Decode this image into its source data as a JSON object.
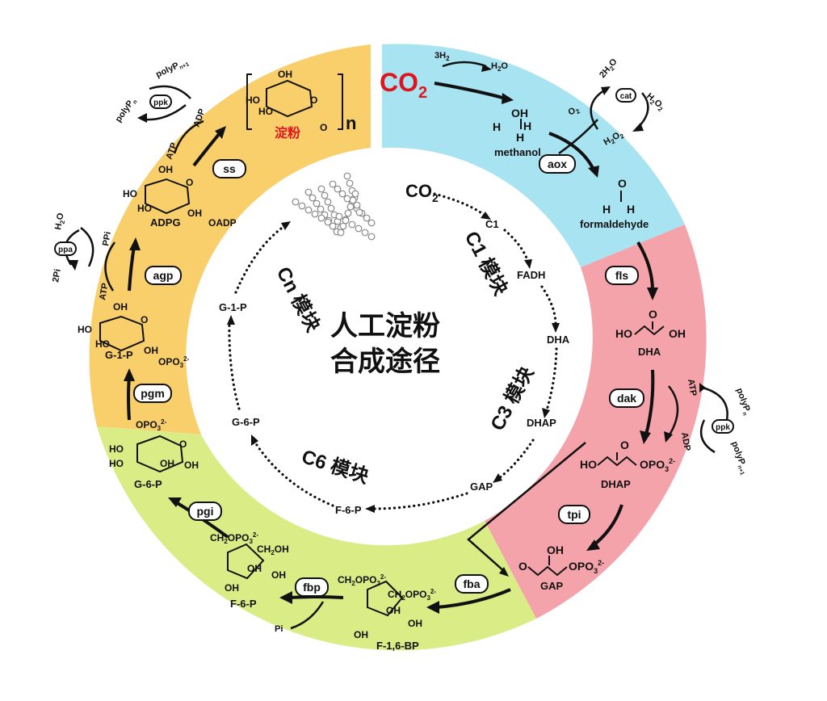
{
  "center_title": [
    "人工淀粉",
    "合成途径"
  ],
  "co2_red": "CO",
  "co2_red_sub": "2",
  "inner": {
    "co2": "CO",
    "co2_sub": "2",
    "c1": "C1",
    "fadh": "FADH",
    "dha": "DHA",
    "dhap": "DHAP",
    "gap": "GAP",
    "f6p": "F-6-P",
    "g6p": "G-6-P",
    "g1p": "G-1-P",
    "module_c1": "C1 模块",
    "module_c3": "C3 模块",
    "module_c6": "C6 模块",
    "module_cn": "Cn 模块"
  },
  "enzymes": [
    "aox",
    "fls",
    "dak",
    "tpi",
    "fba",
    "fbp",
    "pgi",
    "pgm",
    "agp",
    "ss"
  ],
  "cofactor_enzymes": [
    "cat",
    "ppk",
    "ppa",
    "ppk"
  ],
  "compounds": {
    "methanol": "methanol",
    "formaldehyde": "formaldehyde",
    "dha": "DHA",
    "dhap": "DHAP",
    "gap": "GAP",
    "f16bp": "F-1,6-BP",
    "f6p": "F-6-P",
    "g6p": "G-6-P",
    "g1p": "G-1-P",
    "adpg": "ADPG",
    "starch": "淀粉",
    "starch_n": "n"
  },
  "side_labels": {
    "h3": "3H",
    "h3_sub": "2",
    "h2o": "H",
    "h2o_o": "O",
    "two_h2o": "2H",
    "two_h2o_o": "O",
    "h2o2_a": "H",
    "h2o2_b": "O",
    "o2": "O",
    "atp": "ATP",
    "adp": "ADP",
    "ppi": "PPi",
    "two_pi": "2Pi",
    "pi": "Pi",
    "polyp_n": "polyP",
    "polyp_n_sub": "n",
    "polyp_n1": "polyP",
    "polyp_n1_sub": "n+1",
    "oadp": "OADP"
  },
  "colors": {
    "yellow": "#f9cf6c",
    "blue": "#a8e3f2",
    "pink": "#f4a3aa",
    "green": "#d9ec86",
    "red_text": "#e0141e"
  }
}
